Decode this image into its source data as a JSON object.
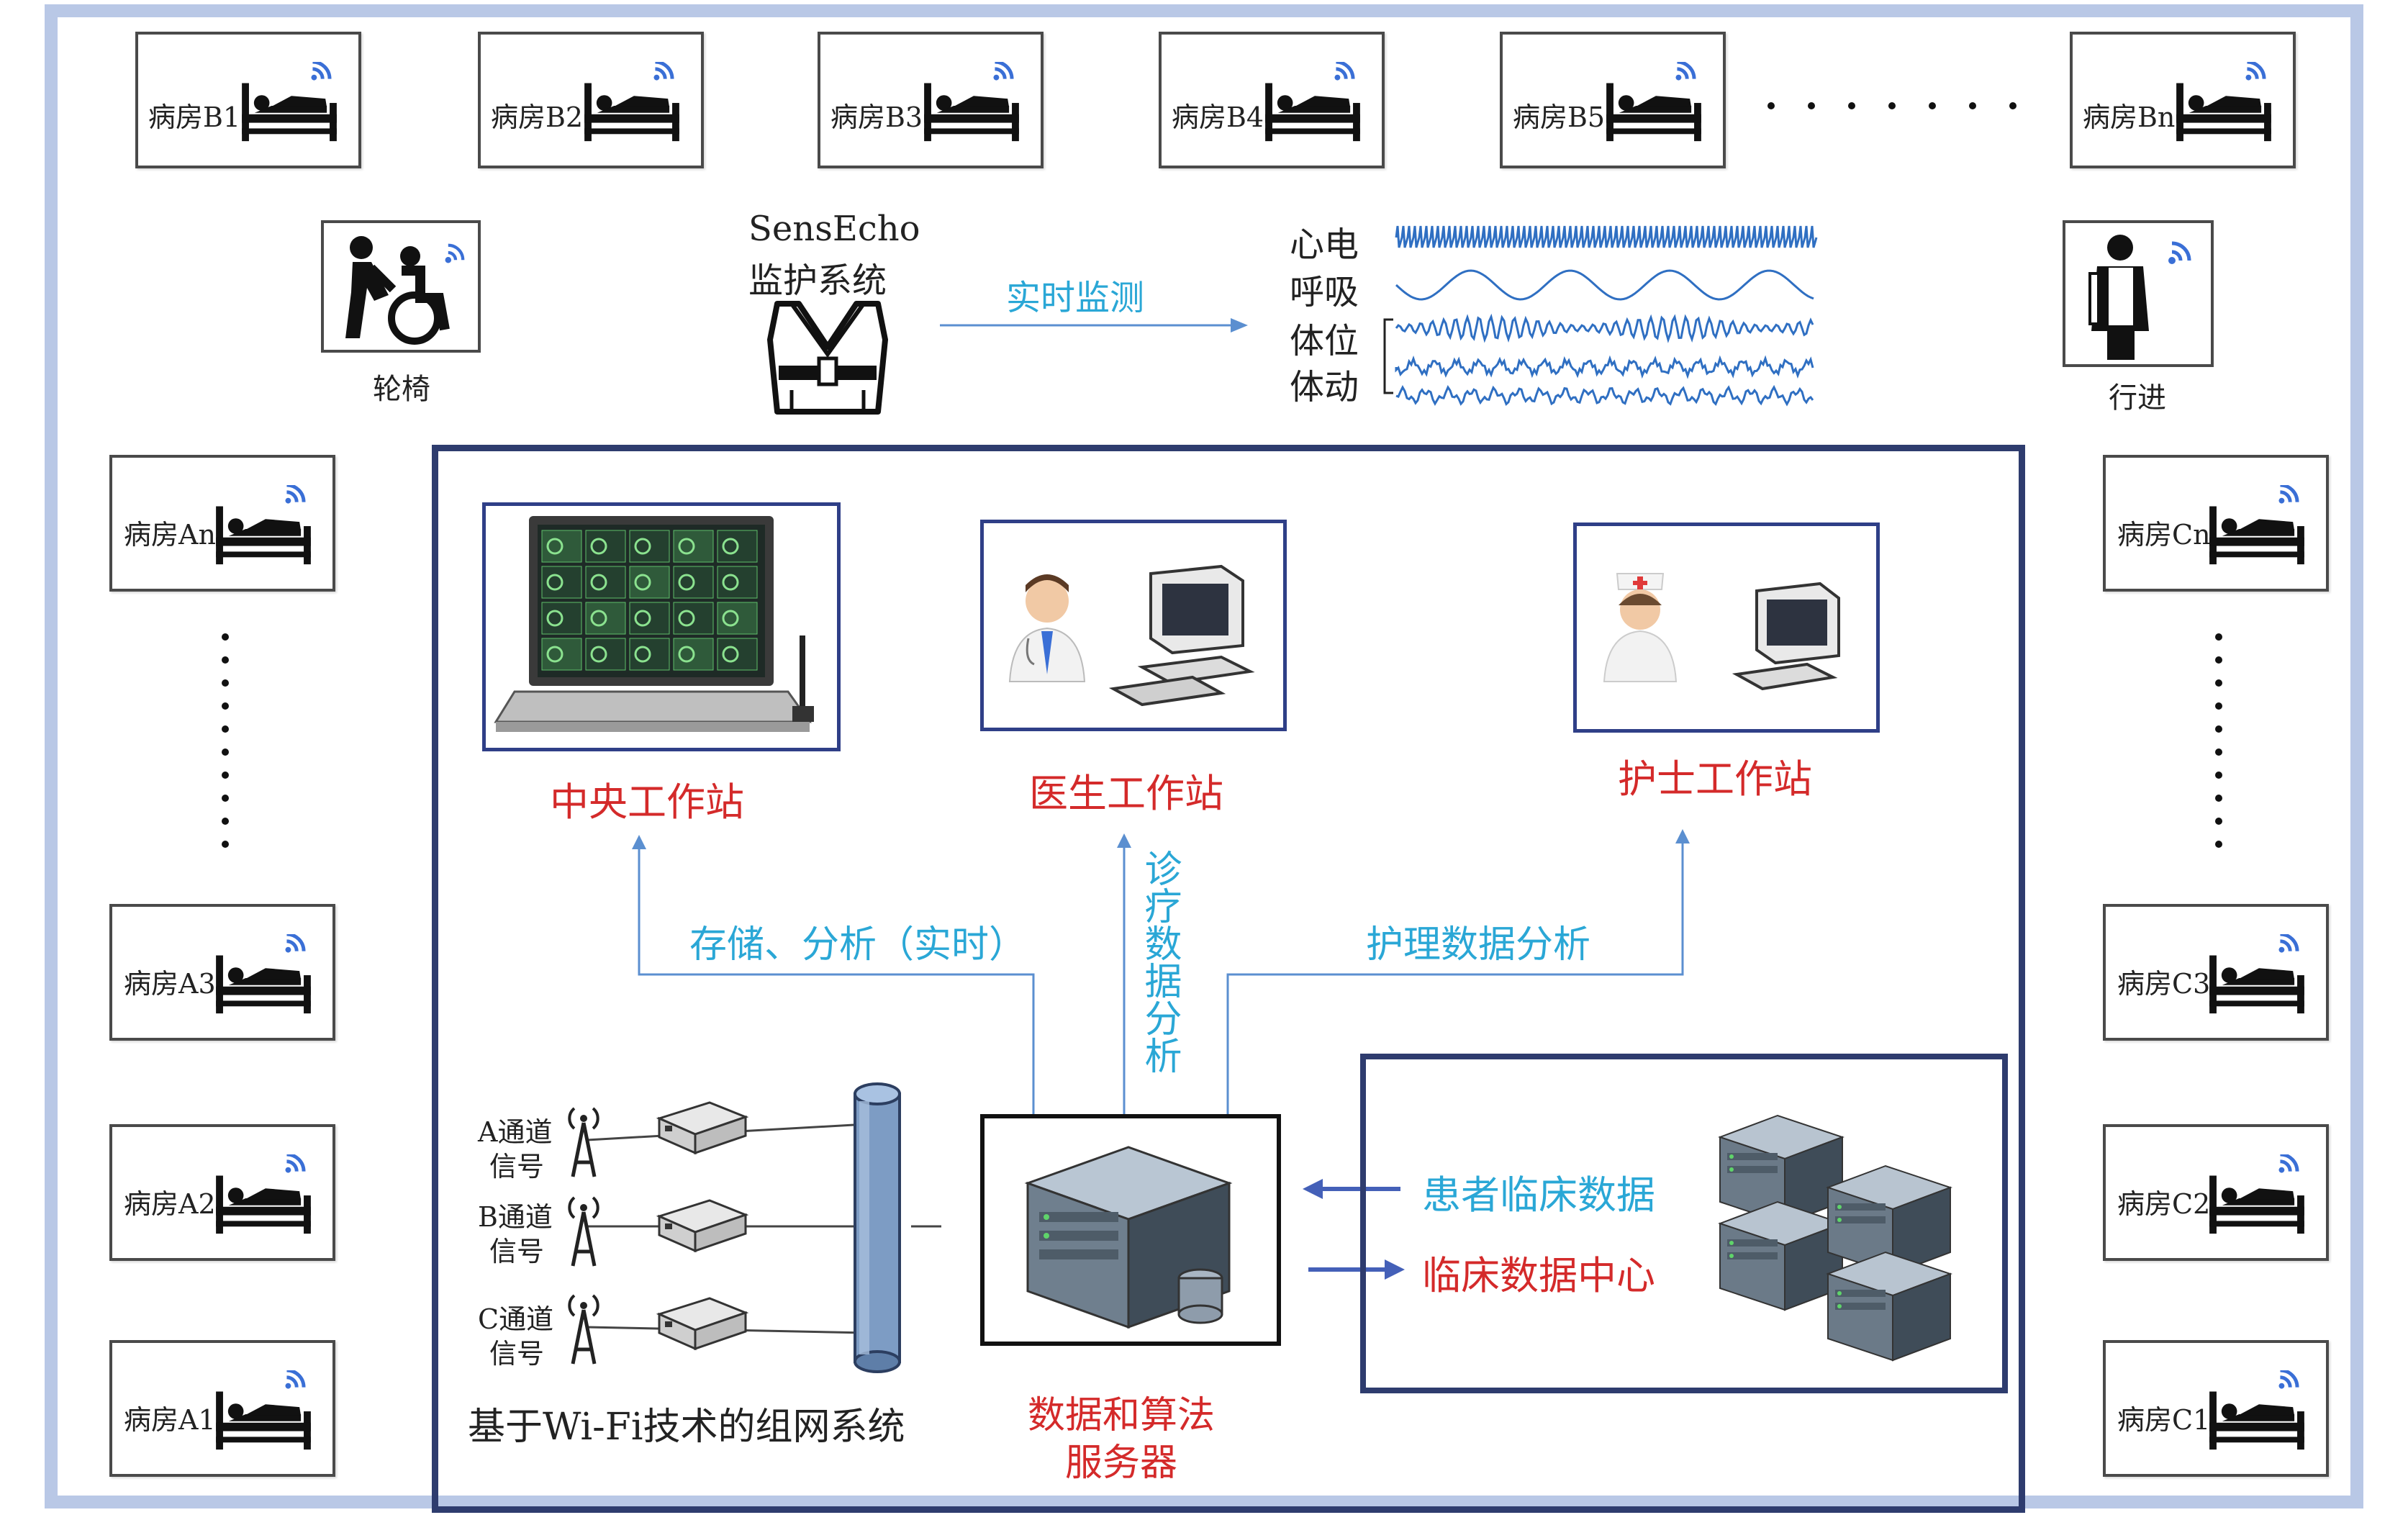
{
  "rooms_top": [
    "病房B1",
    "病房B2",
    "病房B3",
    "病房B4",
    "病房B5",
    "病房Bn"
  ],
  "rooms_left": [
    "病房An",
    "病房A3",
    "病房A2",
    "病房A1"
  ],
  "rooms_right": [
    "病房Cn",
    "病房C3",
    "病房C2",
    "病房C1"
  ],
  "monitor": {
    "wheelchair_label": "轮椅",
    "walking_label": "行进",
    "system_name_line1": "SensEcho",
    "system_name_line2": "监护系统",
    "realtime_label": "实时监测",
    "signals": [
      "心电",
      "呼吸",
      "体位",
      "体动"
    ]
  },
  "stations": {
    "central": "中央工作站",
    "doctor": "医生工作站",
    "nurse": "护士工作站"
  },
  "flows": {
    "storage_analysis": "存储、分析（实时）",
    "diagnosis_analysis": "诊疗数据分析",
    "nursing_analysis": "护理数据分析",
    "patient_clinical_data": "患者临床数据",
    "clinical_data_center": "临床数据中心"
  },
  "network": {
    "channel_a_line1": "A通道",
    "channel_a_line2": "信号",
    "channel_b_line1": "B通道",
    "channel_b_line2": "信号",
    "channel_c_line1": "C通道",
    "channel_c_line2": "信号",
    "caption": "基于Wi-Fi技术的组网系统"
  },
  "server": {
    "line1": "数据和算法",
    "line2": "服务器"
  },
  "colors": {
    "frame": "#2e3c6e",
    "outer": "#b9c8e6",
    "red": "#d42a2a",
    "cyan": "#2aa7d6",
    "arrow": "#5b8fd0"
  }
}
